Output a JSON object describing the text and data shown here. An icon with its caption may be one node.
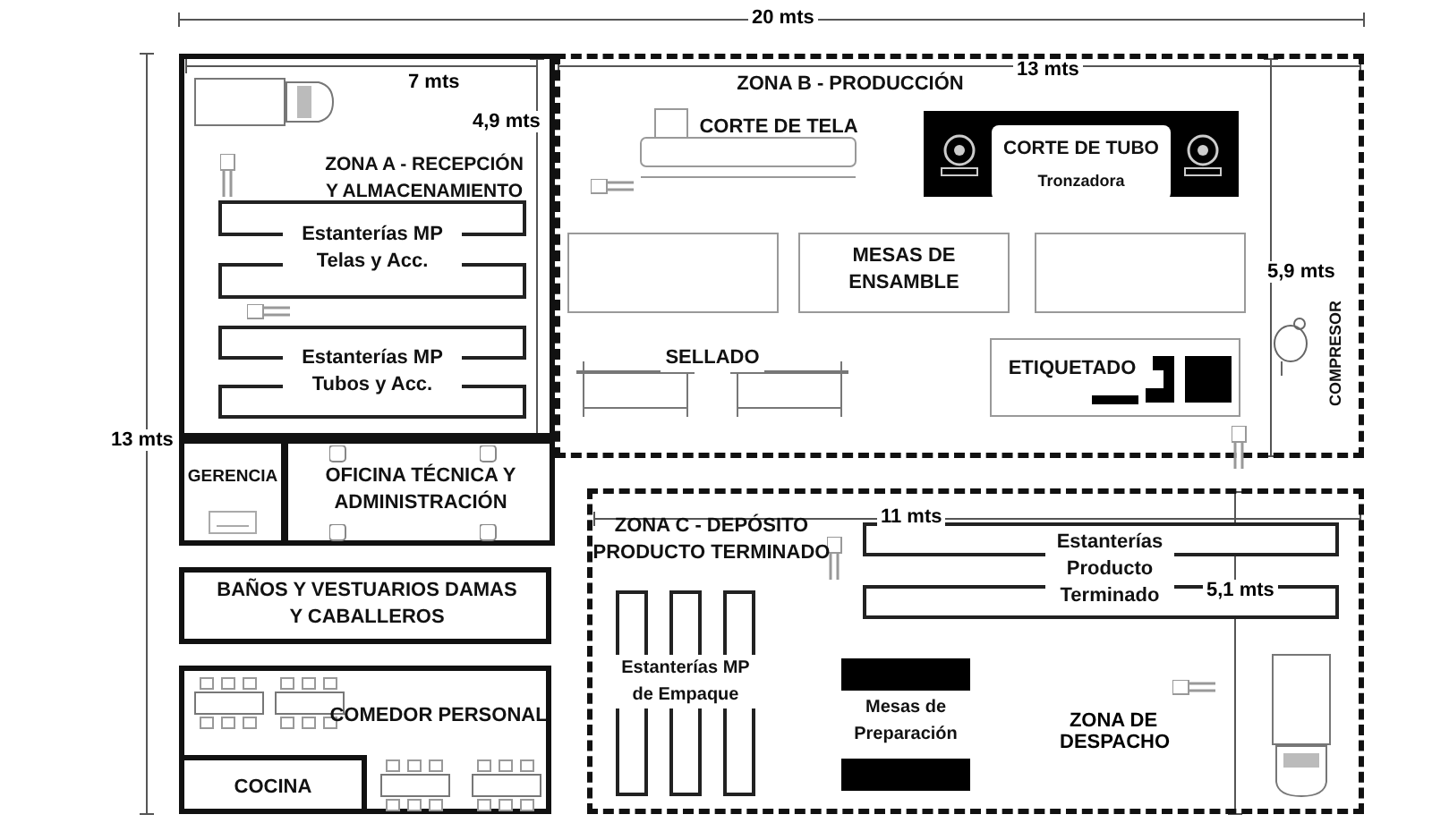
{
  "diagram": {
    "nodes": [
      {
        "text": [
          "ZONA A - RECEPCIÓN Y ALMACENAMIENTO"
        ]
      },
      {
        "text": [
          "Estanterías MP Telas y Acc."
        ],
        "in": 0
      },
      {
        "text": [
          "Estanterías MP Tubos y Acc."
        ],
        "in": 0
      },
      {
        "text": [
          "ZONA B - PRODUCCIÓN"
        ]
      },
      {
        "text": [
          "CORTE DE TELA"
        ],
        "in": 3
      },
      {
        "text": [
          "CORTE DE TUBO",
          "Tronzadora"
        ],
        "in": 3
      },
      {
        "text": [],
        "shape": "box",
        "in": 3
      },
      {
        "text": [
          "MESAS DE ENSAMBLE"
        ],
        "in": 3
      },
      {
        "text": [],
        "shape": "box",
        "in": 3
      },
      {
        "text": [
          "SELLADO"
        ],
        "in": 3
      },
      {
        "text": [
          "ETIQUETADO"
        ],
        "in": 3
      },
      {
        "text": [
          "COMPRESOR"
        ],
        "in": 3
      },
      {
        "text": [
          "GERENCIA"
        ]
      },
      {
        "text": [
          "OFICINA TÉCNICA Y ADMINISTRACIÓN"
        ]
      },
      {
        "text": [
          "BAÑOS Y VESTUARIOS DAMAS Y CABALLEROS"
        ]
      },
      {
        "text": [
          "COMEDOR PERSONAL"
        ]
      },
      {
        "text": [
          "COCINA"
        ],
        "in": 15
      },
      {
        "text": [
          "ZONA C - DEPÓSITO PRODUCTO TERMINADO"
        ]
      },
      {
        "text": [
          "Estanterías MP de Empaque"
        ],
        "in": 17
      },
      {
        "text": [
          "Estanterías Producto Terminado"
        ],
        "in": 17
      },
      {
        "text": [
          "Mesas de Preparación"
        ],
        "in": 17
      }
    ],
    "edges": [],
    "labels": [
      "20 mts",
      "13 mts",
      "7 mts",
      "4,9 mts",
      "13 mts",
      "5,9 mts",
      "11 mts",
      "5,1 mts",
      "ZONA DE DESPACHO"
    ]
  }
}
